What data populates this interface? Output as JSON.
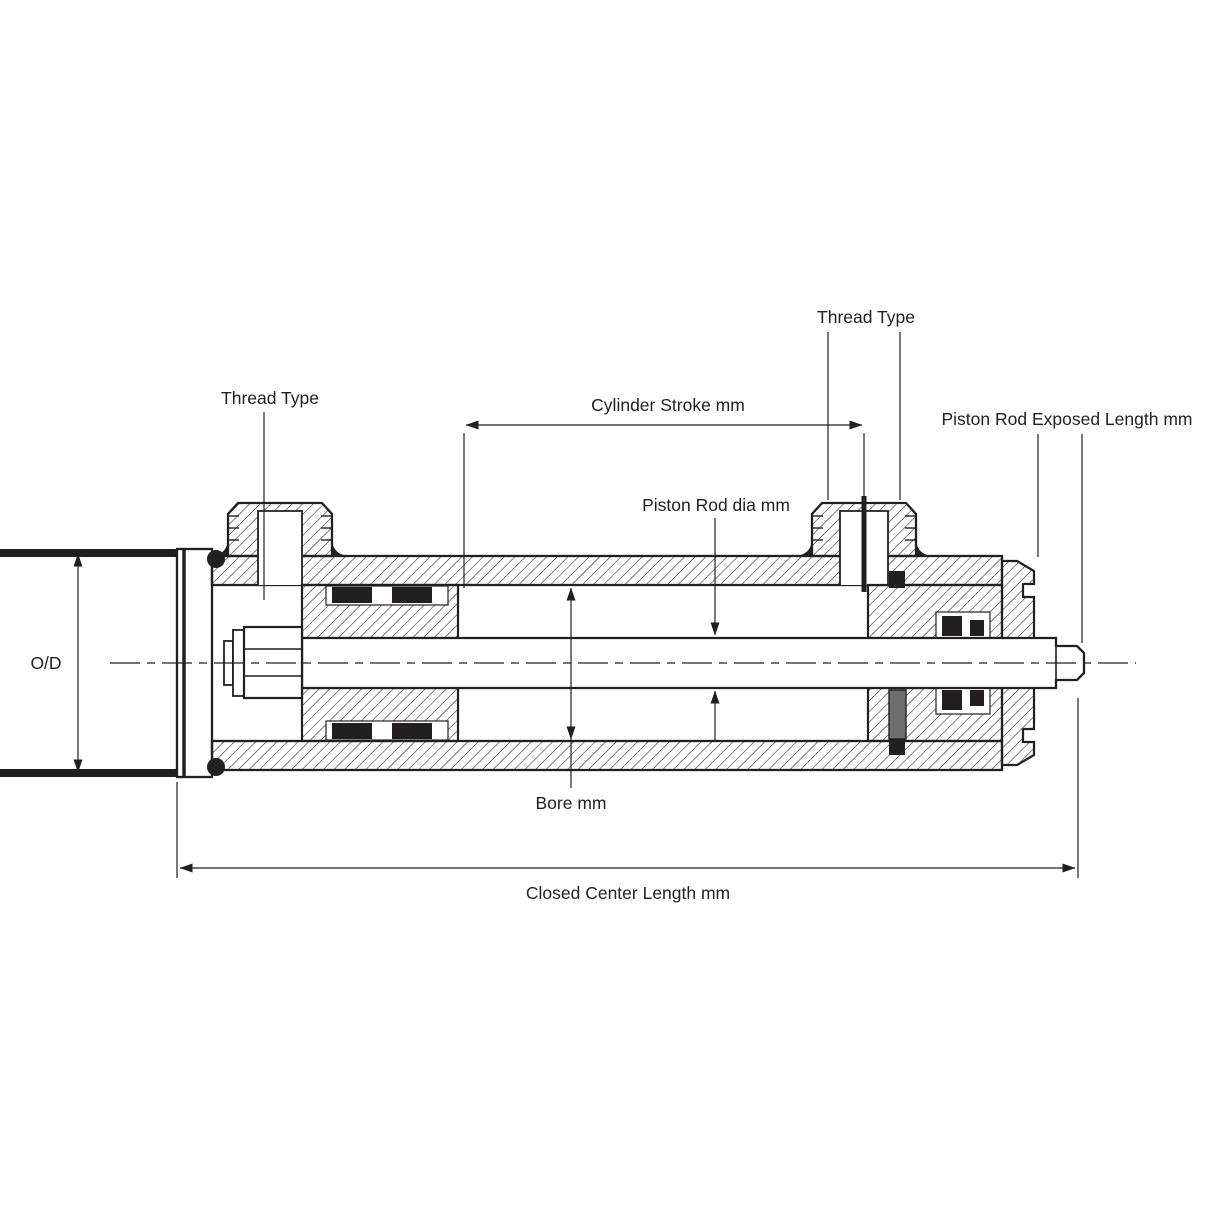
{
  "labels": {
    "thread_type_left": "Thread Type",
    "thread_type_right": "Thread Type",
    "cylinder_stroke": "Cylinder Stroke mm",
    "piston_rod_dia": "Piston Rod dia mm",
    "piston_rod_exposed_length": "Piston Rod Exposed Length mm",
    "outer_diameter": "O/D",
    "bore": "Bore mm",
    "closed_center_length": "Closed Center Length mm"
  },
  "colors": {
    "line": "#231f20",
    "background": "#ffffff",
    "seal_gray": "#6e6e6e"
  }
}
